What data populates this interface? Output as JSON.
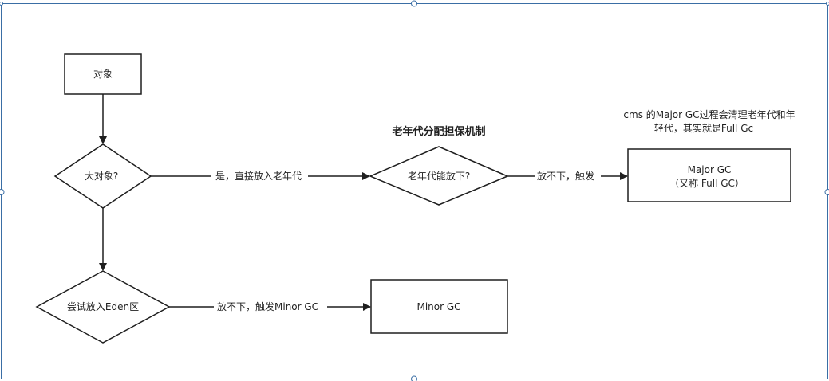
{
  "nodes": {
    "object": "对象",
    "big_object": "大对象?",
    "try_eden": "尝试放入Eden区",
    "old_gen_fit": "老年代能放下?",
    "major_gc_line1": "Major GC",
    "major_gc_line2": "（又称 Full GC）",
    "minor_gc": "Minor GC"
  },
  "edges": {
    "yes_to_old": "是，直接放入老年代",
    "no_fit_trigger": "放不下，触发",
    "eden_no_fit_trigger": "放不下，触发Minor GC"
  },
  "annotations": {
    "guarantee_title": "老年代分配担保机制",
    "cms_note_line1": "cms 的Major GC过程会清理老年代和年",
    "cms_note_line2": "轻代，其实就是Full Gc"
  },
  "colors": {
    "stroke": "#1f1f1f",
    "frame": "#3a6ea5",
    "handle_fill": "#ffffff"
  }
}
